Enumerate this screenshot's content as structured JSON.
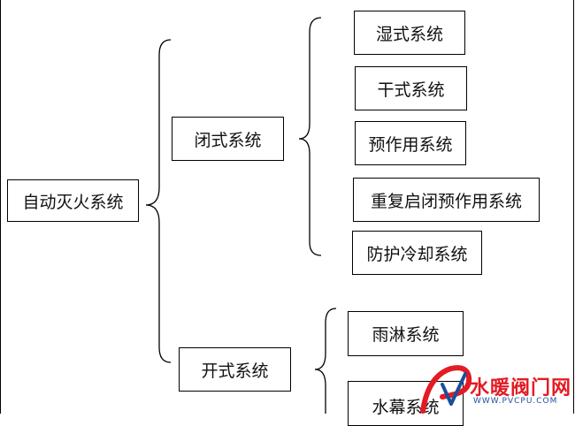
{
  "root": {
    "label": "自动灭火系统"
  },
  "branches": [
    {
      "label": "闭式系统",
      "children": [
        "湿式系统",
        "干式系统",
        "预作用系统",
        "重复启闭预作用系统",
        "防护冷却系统"
      ]
    },
    {
      "label": "开式系统",
      "children": [
        "雨淋系统",
        "水幕系统"
      ]
    }
  ],
  "watermark": {
    "brand": "水暖阀门网",
    "url": "WWW.PVCPU.COM"
  },
  "colors": {
    "watermark_red": "#e31b23",
    "watermark_blue": "#1b4f9c",
    "line": "#000000"
  }
}
